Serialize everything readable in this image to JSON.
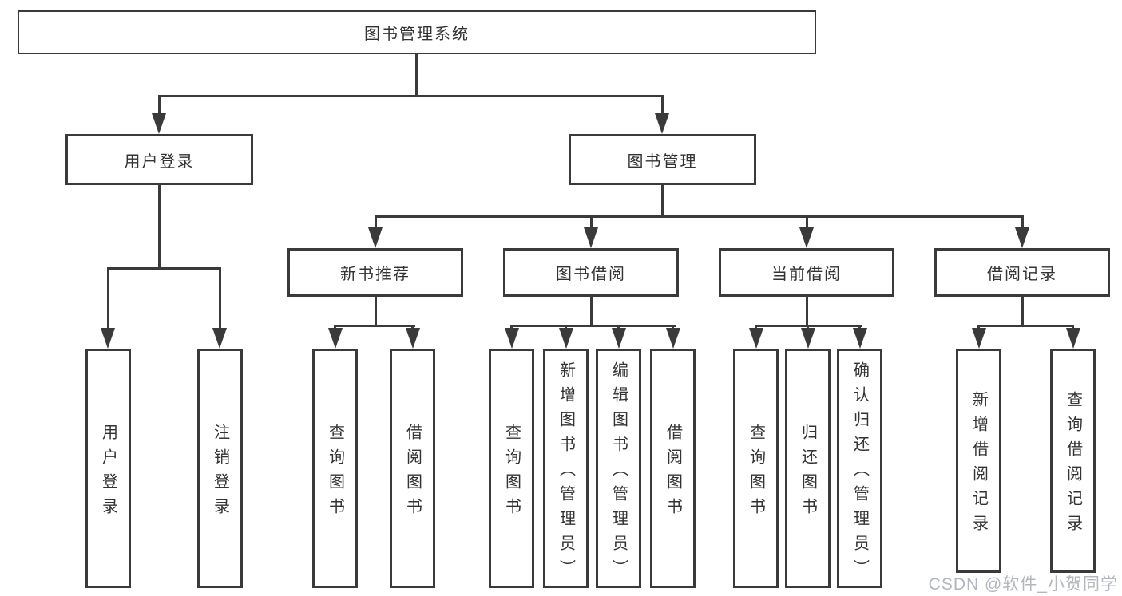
{
  "diagram": {
    "type": "hierarchy-tree",
    "tree": {
      "label": "图书管理系统",
      "children": [
        {
          "label": "用户登录",
          "children": [
            {
              "label": "用户登录"
            },
            {
              "label": "注销登录"
            }
          ]
        },
        {
          "label": "图书管理",
          "children": [
            {
              "label": "新书推荐",
              "children": [
                {
                  "label": "查询图书"
                },
                {
                  "label": "借阅图书"
                }
              ]
            },
            {
              "label": "图书借阅",
              "children": [
                {
                  "label": "查询图书"
                },
                {
                  "label": "新增图书（管理员）"
                },
                {
                  "label": "编辑图书（管理员）"
                },
                {
                  "label": "借阅图书"
                }
              ]
            },
            {
              "label": "当前借阅",
              "children": [
                {
                  "label": "查询图书"
                },
                {
                  "label": "归还图书"
                },
                {
                  "label": "确认归还（管理员）"
                }
              ]
            },
            {
              "label": "借阅记录",
              "children": [
                {
                  "label": "新增借阅记录"
                },
                {
                  "label": "查询借阅记录"
                }
              ]
            }
          ]
        }
      ]
    }
  },
  "watermark": {
    "text": "CSDN @软件_小贺同学"
  },
  "colors": {
    "line": "#3a3a3a",
    "text": "#333333",
    "background": "#ffffff",
    "watermark": "#b3b7bd"
  }
}
